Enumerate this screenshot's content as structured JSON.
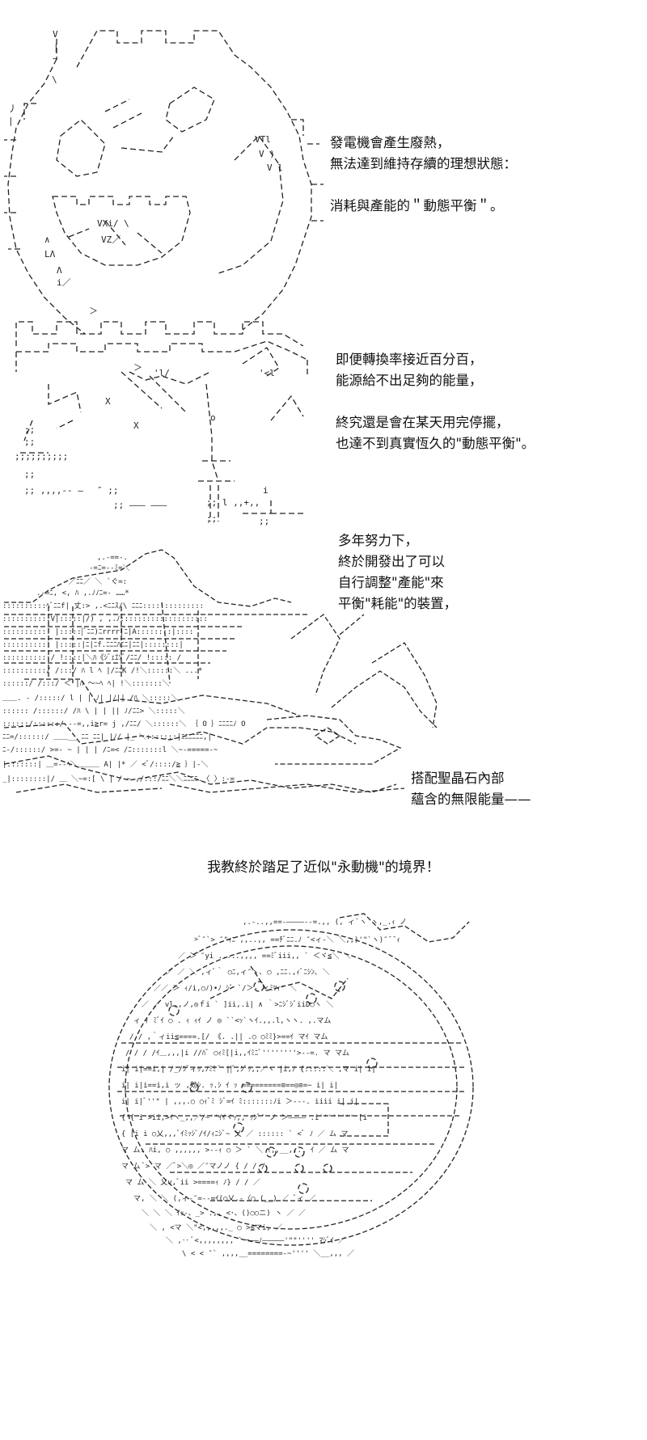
{
  "panel1": {
    "lines": [
      "發電機會產生廢熱，",
      "無法達到維持存續的理想狀態：",
      "",
      "消耗與產能的＂動態平衡＂。"
    ]
  },
  "panel2": {
    "lines": [
      "即便轉換率接近百分百，",
      "能源給不出足夠的能量，",
      "",
      "終究還是會在某天用完停擺，",
      "也達不到真實恆久的\"動態平衡\"。"
    ]
  },
  "panel3": {
    "lines": [
      "多年努力下，",
      "終於開發出了可以",
      "自行調整\"產能\"來",
      "平衡\"耗能\"的裝置，"
    ]
  },
  "panel4": {
    "lines": [
      "搭配聖晶石內部",
      "蘊含的無限能量——"
    ]
  },
  "conclusion": "我教終於踏足了近似\"永動機\"的境界！",
  "art": {
    "sun_face": "sun-face-ascii-art",
    "figure": "robed-figure-ascii-art",
    "machine": "warrior-and-machine-ascii-art",
    "sphere": "sphere-device-ascii-art"
  },
  "colors": {
    "ink": "#111111",
    "background": "#ffffff"
  }
}
